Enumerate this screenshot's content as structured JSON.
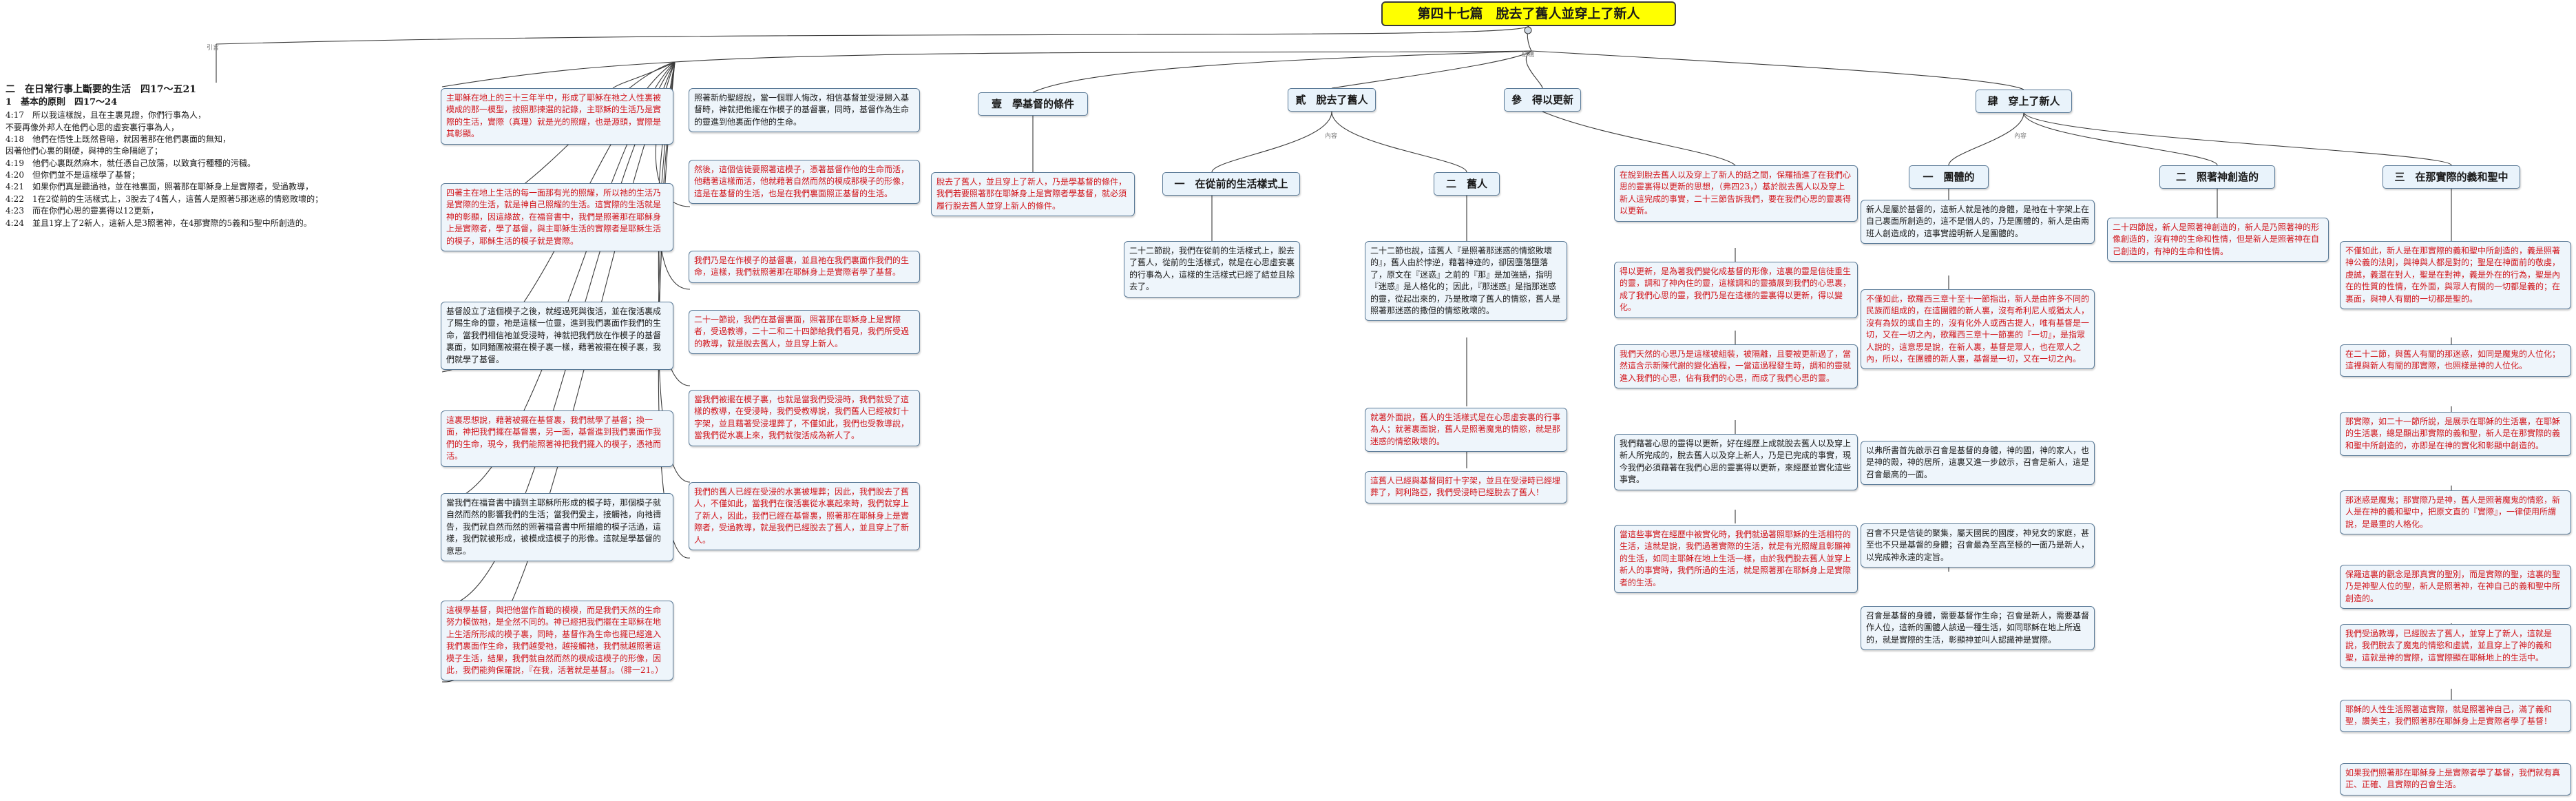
{
  "title": "第四十七篇　脫去了舊人並穿上了新人",
  "branch_labels": {
    "left": "引言",
    "right": "結構",
    "sub1": "內容",
    "sub2": "內容"
  },
  "outline": {
    "line1": "二　在日常行事上斷要的生活　四17～五21",
    "line2": "1　基本的原則　四17～24",
    "verses": [
      "4:17　所以我這樣說，且在主裏見證，你們行事為人，",
      "不要再像外邦人在他們心思的虛妄裏行事為人，",
      "4:18　他們在悟性上既然昏暗，就因著那在他們裏面的無知，",
      "因著他們心裏的剛硬，與神的生命隔絕了；",
      "4:19　他們心裏既然麻木，就任憑自己放蕩，以致貪行種種的污穢。",
      "4:20　但你們並不是這樣學了基督；",
      "4:21　如果你們真是聽過祂，並在祂裏面，照著那在耶穌身上是實際者，受過教導，",
      "4:22　1在2從前的生活樣式上，3脫去了4舊人，這舊人是照著5那迷惑的情慾敗壞的；",
      "4:23　而在你們心思的靈裏得以12更新，",
      "4:24　並且1穿上了2新人，這新人是3照著神，在4那實際的5義和5聖中所創造的。"
    ]
  },
  "left_notes": {
    "a": "主耶穌在地上的三十三年半中，形成了耶穌在祂之人性裏被模成的那一模型，按照那揀選的記錄，主耶穌的生活乃是實際的生活，實際（真理）就是光的照耀，也是源頭，實際是其彰顯。",
    "b": "四著主在地上生活的每一面那有光的照耀，所以祂的生活乃是實際的生活，就是神自己照耀的生活。這實際的生活就是神的彰顯，因這緣故，在福音書中，我們是照著那在耶穌身上是實際者，學了基督，與主耶穌生活的實際者是耶穌生活的模子，耶穌生活的模子就是實際。",
    "c": "基督設立了這個模子之後，就經過死與復活，並在復活裏成了賜生命的靈，祂是這樣一位靈，進到我們裏面作我們的生命，當我們相信祂並受浸時，神就把我們放在作模子的基督裏面，如同麵團被擺在模子裏一樣，藉著被擺在模子裏，我們就學了基督。",
    "d": "這裏思想說，藉著被擺在基督裏，我們就學了基督；換一面，神把我們擺在基督裏，另一面，基督進到我們裏面作我們的生命，現今，我們能照著神把我們擺入的模子，憑祂而活。",
    "e": "當我們在福音書中讀到主耶穌所形成的模子時，那個模子就自然而然的影響我們的生活；當我們愛主，接觸祂，向祂禱告，我們就自然而然的照著福音書中所描繪的模子活過，這樣，我們就被形成，被模成這模子的形像。這就是學基督的意思。",
    "f": "這模學基督，與把他當作首範的模模，而是我們天然的生命努力模倣祂，是全然不同的。神已經把我們擺在主耶穌在地上生活所形成的模子裏，同時，基督作為生命也擺已經進入我們裏面作生命，我們越愛祂，越接觸祂，我們就越照著這模子生活，結果，我們就自然而然的模成這模子的形像，因此，我們能夠保羅說，『在我，活著就是基督』。（腓一21。）"
  },
  "mid_notes": {
    "g": "照著新約聖經說，當一個罪人悔改，相信基督並受浸歸入基督時，神就把他擺在作模子的基督裏，同時，基督作為生命的靈進到他裏面作他的生命。",
    "h": "然後，這個信徒要照著這模子，憑著基督作他的生命而活，他藉著這樣而活，他就藉著自然而然的模成那模子的形像，這是在基督的生活，也是在我們裏面照正基督的生活。",
    "i": "我們乃是在作模子的基督裏，並且祂在我們裏面作我們的生命，這樣，我們就照著那在耶穌身上是實際者學了基督。",
    "j": "二十一節說，我們在基督裏面，照著那在耶穌身上是實際者，受過教導，二十二和二十四節給我們看見，我們所受過的教導，就是脫去舊人，並且穿上新人。",
    "k": "當我們被擺在模子裏，也就是當我們受浸時，我們就受了這樣的教導，在受浸時，我們受教導說，我們舊人已經被釘十字架，並且藉著受浸埋葬了，不僅如此，我們也受教導說，當我們從水裏上來，我們就復活成為新人了。",
    "l": "我們的舊人已經在受浸的水裏被埋葬；因此，我們脫去了舊人，不僅如此，當我們在復活裏從水裏起來時，我們就穿上了新人，因此，我們已經在基督裏，照著那在耶穌身上是實際者，受過教導，就是我們已經脫去了舊人，並且穿上了新人。"
  },
  "headers": {
    "h1": "壹　學基督的條件",
    "h2": "貳　脫去了舊人",
    "h3": "參　得以更新",
    "h4": "肆　穿上了新人",
    "h2a": "一　在從前的生活樣式上",
    "h2b": "二　舊人",
    "h4a": "一　團體的",
    "h4b": "二　照著神創造的",
    "h4c": "三　在那實際的義和聖中"
  },
  "s1": {
    "a": "脫去了舊人，並且穿上了新人，乃是學基督的條件，我們若要照著那在耶穌身上是實際者學基督，就必須履行脫去舊人並穿上新人的條件。"
  },
  "s2": {
    "a": "二十二節說，我們在從前的生活樣式上，脫去了舊人，從前的生活樣式，就是在心思虛妄裏的行事為人，這樣的生活樣式已經了結並且除去了。",
    "b": "二十二節也說，這舊人『是照著那迷惑的情慾敗壞的』，舊人由於悖逆，藉著神迹的，卻因墮落墮落了，原文在『迷惑』之前的『那』是加強語，指明『迷惑』是人格化的；因此，『那迷惑』是指那迷惑的靈，從起出來的，乃是敗壞了舊人的情慾，舊人是照著那迷惑的撒但的情慾敗壞的。",
    "c": "就著外面說，舊人的生活樣式是在心思虛妄裏的行事為人；就著裏面說，舊人是照著魔鬼的情慾，就是那迷惑的情慾敗壞的。",
    "d": "這舊人已經與基督同釘十字架，並且在受浸時已經埋葬了，阿利路亞，我們受浸時已經脫去了舊人！"
  },
  "s3": {
    "a": "在說到脫去舊人以及穿上了新人的話之間，保羅插進了在我們心思的靈裏得以更新的思想，（弗四23，）基於脫去舊人以及穿上新人這完成的事實，二十三節告訴我們，要在我們心思的靈裏得以更新。",
    "b": "得以更新，是為著我們變化成基督的形像，這裏的靈是信徒重生的靈，調和了神內住的靈，這樣調和的靈擴展到我們的心思裏，成了我們心思的靈，我們乃是在這樣的靈裏得以更新，得以變化。",
    "c": "我們天然的心思乃是這樣被組裝，被隔離，且要被更新過了，當然這含示新陳代謝的變化過程，一當這過程發生時，調和的靈就進入我們的心思，佔有我們的心思，而成了我們心思的靈。",
    "d": "我們藉著心思的靈得以更新，好在經歷上成就脫去舊人以及穿上新人所完成的，脫去舊人以及穿上新人，乃是已完成的事實，現今我們必須藉著在我們心思的靈裏得以更新，來經歷並實化這些事實。",
    "e": "當這些事實在經歷中被實化時，我們就過著照耶穌的生活相符的生活，這就是說，我們過著實際的生活，就是有光照耀且彰顯神的生活，如同主耶穌在地上生活一樣，由於我們脫去舊人並穿上新人的事實時，我們所過的生活，就是照著那在耶穌身上是實際者的生活。"
  },
  "s4": {
    "a": "新人是屬於基督的，這新人就是祂的身體，是祂在十字架上在自己裏面所創造的，這不是個人的，乃是團體的，新人是由兩班人創造成的，這事實證明新人是團體的。",
    "b": "不僅如此，歌羅西三章十至十一節指出，新人是由許多不同的民族而組成的，在這團體的新人裏，沒有希利尼人或猶太人，沒有為奴的或自主的，沒有化外人或西古提人，唯有基督是一切，又在一切之內，歌羅西三章十一節裏的『一切』，是指眾人說的，這意思是說，在新人裏，基督是眾人，也在眾人之內，所以，在團體的新人裏，基督是一切，又在一切之內。",
    "c": "以弗所書首先啟示召會是基督的身體，神的國，神的家人，也是神的殿，神的居所，這裏又進一步啟示，召會是新人，這是召會最高的一面。",
    "d": "召會不只是信徒的聚集，屬天國民的國度，神兒女的家庭，甚至也不只是基督的身體；召會最為至高至極的一面乃是新人，以完成神永遠的定旨。",
    "e": "召會是基督的身體，需要基督作生命；召會是新人，需要基督作人位，這新的團體人該過一種生活，如同耶穌在地上所過的，就是實際的生活，彰顯神並叫人認識神是實際。",
    "f": "二十四節說，新人是照著神創造的，新人是乃照著神的形像創造的，沒有神的生命和性情，但是新人是照著神在自己創造的，有神的生命和性情。",
    "g": "不僅如此，新人是在那實際的義和聖中所創造的，義是照著神公義的法則，與神與人都是對的；聖是在神面前的敬虔，虔誠，義還在對人，聖是在對神，義是外在的行為，聖是內在的性質的性情，在外面，與眾人有關的一切都是義的；在裏面，與神人有關的一切都是聖的。",
    "h": "在二十二節，與舊人有關的那迷惑，如同是魔鬼的人位化；這裡與新人有關的那實際，也照樣是神的人位化。",
    "i": "那實際，如二十一節所說，是展示在耶穌的生活裏，在耶穌的生活裏，總是顯出那實際的義和聖，新人是在那實際的義和聖中所創造的，亦即是在神的實化和彰顯中創造的。",
    "j": "那迷惑是魔鬼；那實際乃是神，舊人是照著魔鬼的情慾，新人是在神的義和聖中，把原文直的『實際』，一律使用所謂說，是最重的人格化。",
    "k": "保羅這裏的觀念是那真實的聖別，而是實際的聖，這裏的聖乃是神聖人位的聖，新人是照著神，在神自己的義和聖中所創造的。",
    "l": "我們受過教導，已經脫去了舊人，並穿上了新人，這就是說，我們脫去了魔鬼的情慾和虛謊，並且穿上了神的義和聖，這就是神的實際，這實際顯在耶穌地上的生活中。",
    "m": "耶穌的人性生活照著這實際，就是照著神自己，滿了義和聖，讚美主，我們照著那在耶穌身上是實際者學了基督！",
    "n": "如果我們照著那在耶穌身上是實際者學了基督，我們就有真正、正確、且實際的召會生活。"
  }
}
